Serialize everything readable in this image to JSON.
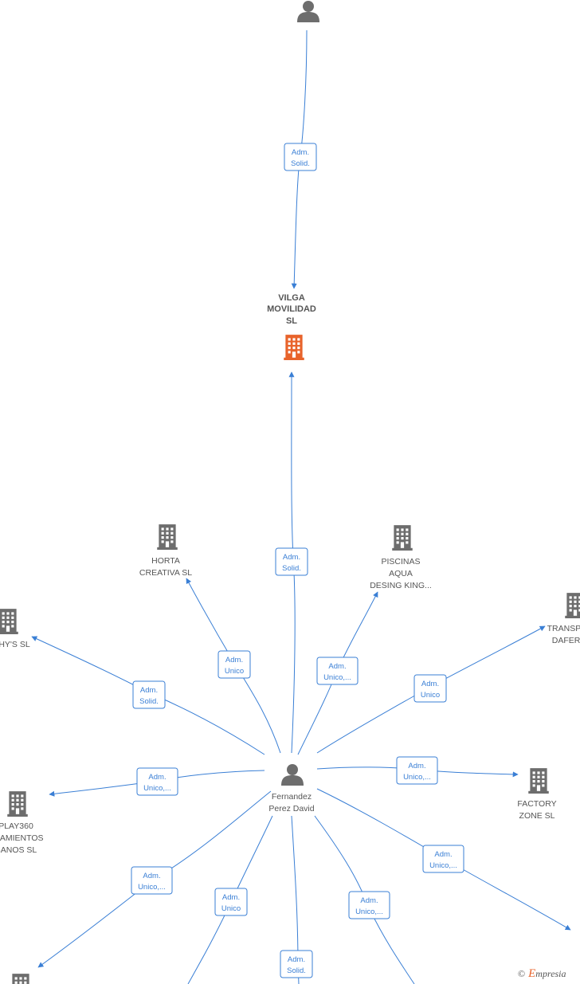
{
  "nodes": {
    "top_person": {
      "lines": []
    },
    "vilga": {
      "lines": [
        "VILGA",
        "MOVILIDAD",
        "SL"
      ]
    },
    "fernandez": {
      "lines": [
        "Fernandez",
        "Perez David"
      ]
    },
    "horta": {
      "lines": [
        "HORTA",
        "CREATIVA  SL"
      ]
    },
    "piscinas": {
      "lines": [
        "PISCINAS",
        "AQUA",
        "DESING KING..."
      ]
    },
    "transpo": {
      "lines": [
        "TRANSPO",
        "DAFERI"
      ]
    },
    "hys": {
      "lines": [
        "HY'S  SL"
      ]
    },
    "factory": {
      "lines": [
        "FACTORY",
        "ZONE SL"
      ]
    },
    "play360": {
      "lines": [
        "PLAY360",
        "JIPAMIENTOS",
        "BANOS  SL"
      ]
    },
    "bottom_left": {
      "lines": []
    }
  },
  "edges": {
    "top_to_vilga": [
      "Adm.",
      "Solid."
    ],
    "fer_to_vilga": [
      "Adm.",
      "Solid."
    ],
    "fer_to_horta": [
      "Adm.",
      "Unico"
    ],
    "fer_to_piscinas": [
      "Adm.",
      "Unico,..."
    ],
    "fer_to_transpo": [
      "Adm.",
      "Unico"
    ],
    "fer_to_hys": [
      "Adm.",
      "Solid."
    ],
    "fer_to_factory": [
      "Adm.",
      "Unico,..."
    ],
    "fer_to_play360": [
      "Adm.",
      "Unico,..."
    ],
    "fer_to_right_bottom": [
      "Adm.",
      "Unico,..."
    ],
    "fer_to_bottom_left": [
      "Adm.",
      "Unico,..."
    ],
    "fer_to_bottom_a": [
      "Adm.",
      "Unico"
    ],
    "fer_to_bottom_b": [
      "Adm.",
      "Solid."
    ],
    "fer_to_bottom_c": [
      "Adm.",
      "Unico,..."
    ]
  },
  "colors": {
    "edge": "#3a7fd5",
    "focus_building": "#e8632b",
    "icon": "#6d6d6d"
  },
  "footer": {
    "copyright": "©",
    "brand_initial": "E",
    "brand_rest": "mpresia"
  }
}
